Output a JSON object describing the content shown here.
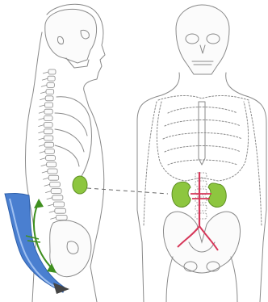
{
  "figure": {
    "background": "#ffffff",
    "line_color": "#8a8a8a",
    "kidney_color": "#8dc63f",
    "artery_color": "#d6385a",
    "psoas_color": "#4a7fd0",
    "arrow_color": "#3f8f1f",
    "views": [
      {
        "id": "lateral",
        "parts": [
          "skull",
          "spine",
          "rib-cage",
          "pelvis",
          "kidney",
          "psoas-band",
          "curved-arrow"
        ]
      },
      {
        "id": "anterior",
        "parts": [
          "skull",
          "rib-cage",
          "pelvis",
          "kidneys",
          "aorta"
        ]
      }
    ],
    "connector": "dashed-line"
  }
}
